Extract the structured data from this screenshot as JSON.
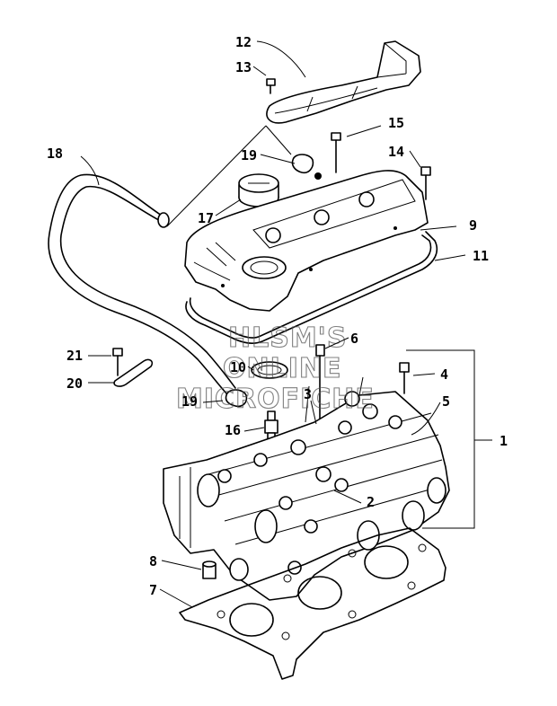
{
  "diagram": {
    "watermark": [
      "HLSM'S",
      "ONLINE",
      "MICROFICHE"
    ],
    "callouts": [
      {
        "id": "c12",
        "label": "12"
      },
      {
        "id": "c13",
        "label": "13"
      },
      {
        "id": "c15",
        "label": "15"
      },
      {
        "id": "c14",
        "label": "14"
      },
      {
        "id": "c18",
        "label": "18"
      },
      {
        "id": "c19a",
        "label": "19"
      },
      {
        "id": "c17",
        "label": "17"
      },
      {
        "id": "c9",
        "label": "9"
      },
      {
        "id": "c11",
        "label": "11"
      },
      {
        "id": "c6",
        "label": "6"
      },
      {
        "id": "c21",
        "label": "21"
      },
      {
        "id": "c10",
        "label": "10"
      },
      {
        "id": "c4",
        "label": "4"
      },
      {
        "id": "c20",
        "label": "20"
      },
      {
        "id": "c3",
        "label": "3"
      },
      {
        "id": "c5",
        "label": "5"
      },
      {
        "id": "c19b",
        "label": "19"
      },
      {
        "id": "c16",
        "label": "16"
      },
      {
        "id": "c1",
        "label": "1"
      },
      {
        "id": "c2",
        "label": "2"
      },
      {
        "id": "c8",
        "label": "8"
      },
      {
        "id": "c7",
        "label": "7"
      }
    ]
  }
}
